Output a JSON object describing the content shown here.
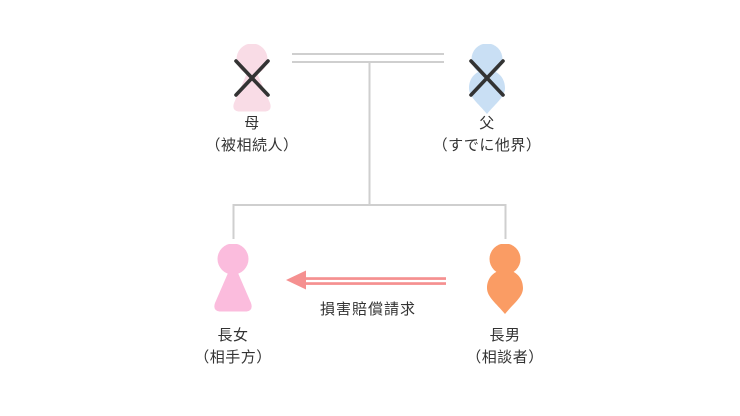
{
  "diagram": {
    "type": "family-tree",
    "persons": {
      "mother": {
        "name": "母",
        "note": "（被相続人）",
        "color": "#f9dce6",
        "deceased": true
      },
      "father": {
        "name": "父",
        "note": "（すでに他界）",
        "color": "#c9dff4",
        "deceased": true
      },
      "daughter": {
        "name": "長女",
        "note": "（相手方）",
        "color": "#fbbcdd",
        "deceased": false
      },
      "son": {
        "name": "長男",
        "note": "（相談者）",
        "color": "#fa9c64",
        "deceased": false
      }
    },
    "arrow": {
      "label": "損害賠償請求",
      "direction": "left",
      "from": "長男",
      "to": "長女",
      "color": "#f59090"
    },
    "colors": {
      "line": "#cfcfcf",
      "cross": "#333333",
      "text": "#333333",
      "background": "#ffffff"
    }
  }
}
